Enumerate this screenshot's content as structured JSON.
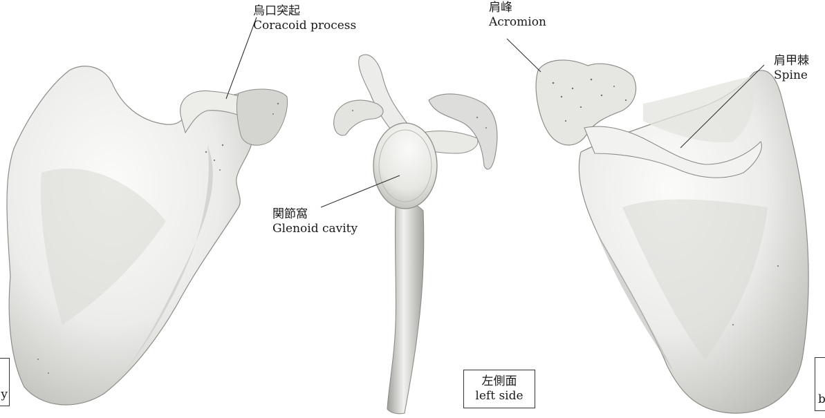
{
  "labels": {
    "coracoid": {
      "jp": "烏口突起",
      "en": "Coracoid process"
    },
    "acromion": {
      "jp": "肩峰",
      "en": "Acromion"
    },
    "spine": {
      "jp": "肩甲棘",
      "en": "Spine"
    },
    "glenoid": {
      "jp": "関節窩",
      "en": "Glenoid cavity"
    }
  },
  "views": {
    "left_side": {
      "jp": "左側面",
      "en": "left side"
    },
    "left_partial_text": "y",
    "right_partial_text": "b"
  },
  "colors": {
    "bone_light": "#f4f4f2",
    "bone_mid": "#d9d9d6",
    "bone_shadow": "#a9a9a6",
    "outline": "#8c8c88",
    "leader": "#333333"
  },
  "icons": {
    "front_view": "scapula-anterior-illustration",
    "side_view": "scapula-lateral-illustration",
    "back_view": "scapula-posterior-illustration"
  }
}
